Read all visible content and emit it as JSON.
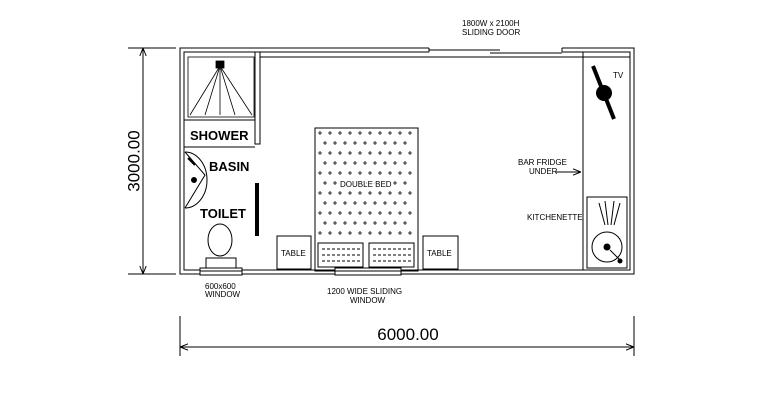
{
  "dimensions": {
    "width": "6000.00",
    "height": "3000.00"
  },
  "door": {
    "size": "1800W  x  2100H",
    "type": "SLIDING  DOOR"
  },
  "rooms": {
    "shower": "SHOWER",
    "basin": "BASIN",
    "toilet": "TOILET",
    "tv": "TV",
    "bar_fridge_1": "BAR  FRIDGE",
    "bar_fridge_2": "UNDER",
    "kitchenette": "KITCHENETTE",
    "table_left": "TABLE",
    "table_right": "TABLE",
    "bed": "DOUBLE  BED"
  },
  "windows": {
    "small_1": "600x600",
    "small_2": "WINDOW",
    "sliding_1": "1200  WIDE  SLIDING",
    "sliding_2": "WINDOW"
  }
}
